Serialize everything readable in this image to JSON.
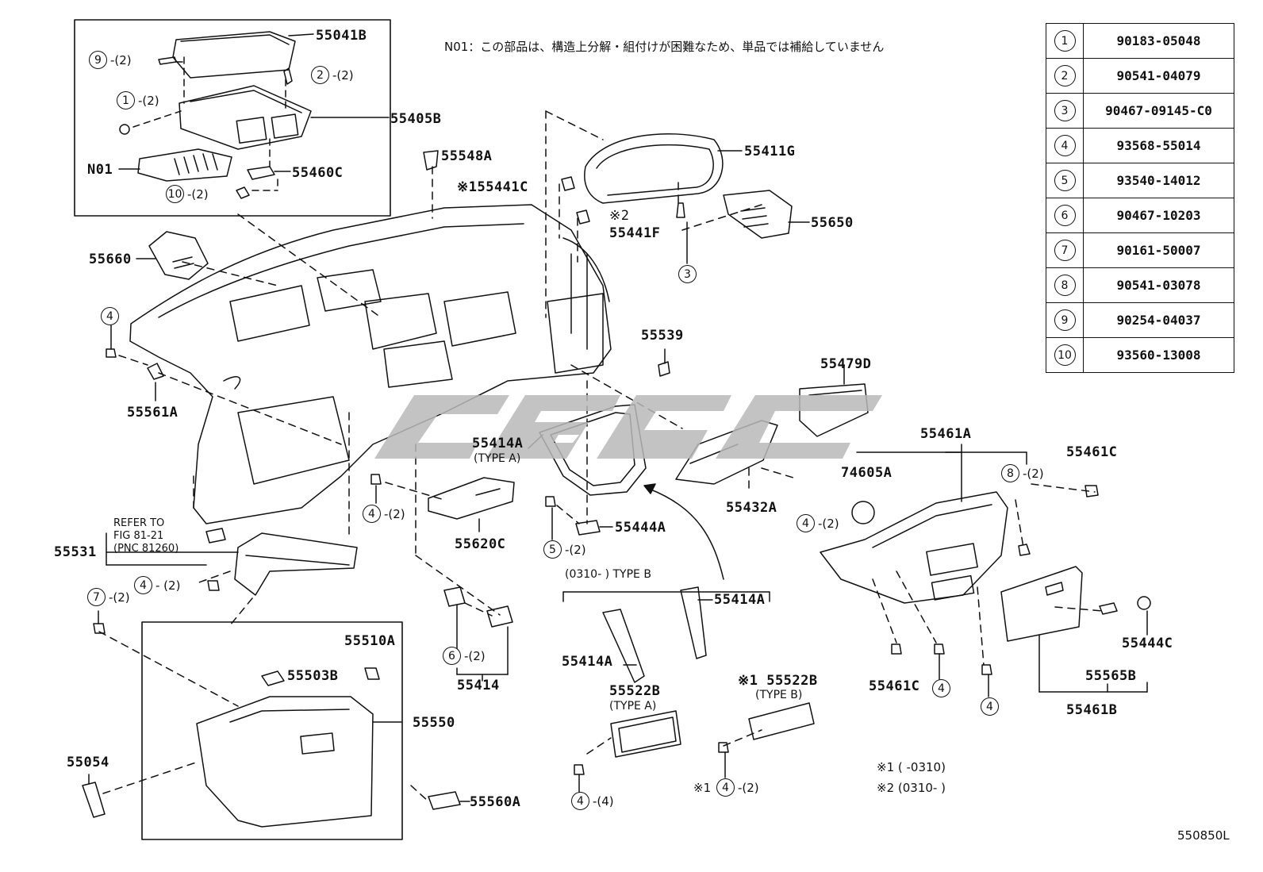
{
  "header_note": "N01：この部品は、構造上分解・組付けが困難なため、単品では補給していません",
  "fig_code": "550850L",
  "parts_table": [
    {
      "ref": "1",
      "part": "90183-05048"
    },
    {
      "ref": "2",
      "part": "90541-04079"
    },
    {
      "ref": "3",
      "part": "90467-09145-C0"
    },
    {
      "ref": "4",
      "part": "93568-55014"
    },
    {
      "ref": "5",
      "part": "93540-14012"
    },
    {
      "ref": "6",
      "part": "90467-10203"
    },
    {
      "ref": "7",
      "part": "90161-50007"
    },
    {
      "ref": "8",
      "part": "90541-03078"
    },
    {
      "ref": "9",
      "part": "90254-04037"
    },
    {
      "ref": "10",
      "part": "93560-13008"
    }
  ],
  "labels": {
    "p55041B": "55041B",
    "p55405B": "55405B",
    "pN01": "N01",
    "p55460C": "55460C",
    "p55548A": "55548A",
    "p55441C": "※155441C",
    "p55411G": "55411G",
    "p55441F_mark": "※2",
    "p55441F": "55441F",
    "p55650": "55650",
    "p55660": "55660",
    "p55539": "55539",
    "p55479D": "55479D",
    "p55561A": "55561A",
    "p55414A_a": "55414A",
    "type_a": "(TYPE A)",
    "p55461A": "55461A",
    "p55461C_top": "55461C",
    "p74605A": "74605A",
    "p55432A": "55432A",
    "p55620C": "55620C",
    "p55444A": "55444A",
    "refer1": "REFER TO",
    "refer2": "FIG 81-21",
    "refer3": "(PNC 81260)",
    "p55531": "55531",
    "type_b_range": "(0310-        ) TYPE B",
    "p55414A_b": "55414A",
    "p55414A_c": "55414A",
    "p55414": "55414",
    "p55510A": "55510A",
    "p55503B": "55503B",
    "p55550": "55550",
    "p55054": "55054",
    "p55560A": "55560A",
    "p55522B_a": "55522B",
    "type_a2": "(TYPE A)",
    "p55522B_b": "※1 55522B",
    "type_b2": "(TYPE B)",
    "p55461C_bot": "55461C",
    "p55444C": "55444C",
    "p55565B": "55565B",
    "p55461B": "55461B",
    "foot1": "※1 (        -0310)",
    "foot2": "※2 (0310-        )",
    "foot_mark1": "※1"
  },
  "qty": {
    "q9": "-(2)",
    "q2": "-(2)",
    "q1": "-(2)",
    "q10": "-(2)",
    "q4a": "-(2)",
    "q4b": "- (2)",
    "q7": "-(2)",
    "q5": "-(2)",
    "q6": "-(2)",
    "q4c": "-(2)",
    "q8": "-(2)",
    "q4d": "-(4)",
    "q4e": "-(2)"
  },
  "callouts": {
    "c9": "9",
    "c2": "2",
    "c1": "1",
    "c10": "10",
    "c3": "3",
    "c4_left": "4",
    "c4_mid": "4",
    "c4_531": "4",
    "c7": "7",
    "c5": "5",
    "c6": "6",
    "c4_432": "4",
    "c8": "8",
    "c4_522a": "4",
    "c4_522b": "4",
    "c4_r1": "4",
    "c4_r2": "4"
  }
}
